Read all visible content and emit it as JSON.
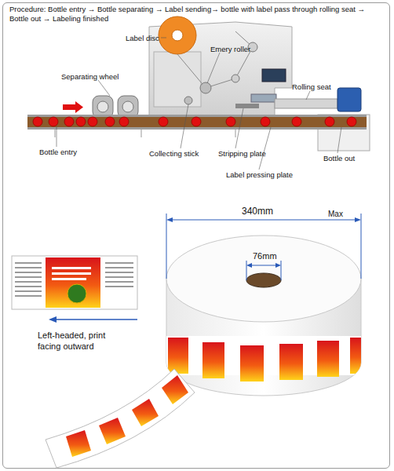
{
  "diagram": {
    "title": "Procedure: Bottle entry → Bottle separating → Label sending→ bottle with label pass through rolling seat → Bottle out → Labeling finished",
    "labels": [
      "Label disc",
      "Emery roller",
      "Separating wheel",
      "Rolling seat",
      "Bottle entry",
      "Collecting stick",
      "Stripping plate",
      "Bottle out",
      "Label pressing plate",
      "340mm",
      "Max",
      "76mm",
      "Left-headed, print facing outward"
    ]
  }
}
